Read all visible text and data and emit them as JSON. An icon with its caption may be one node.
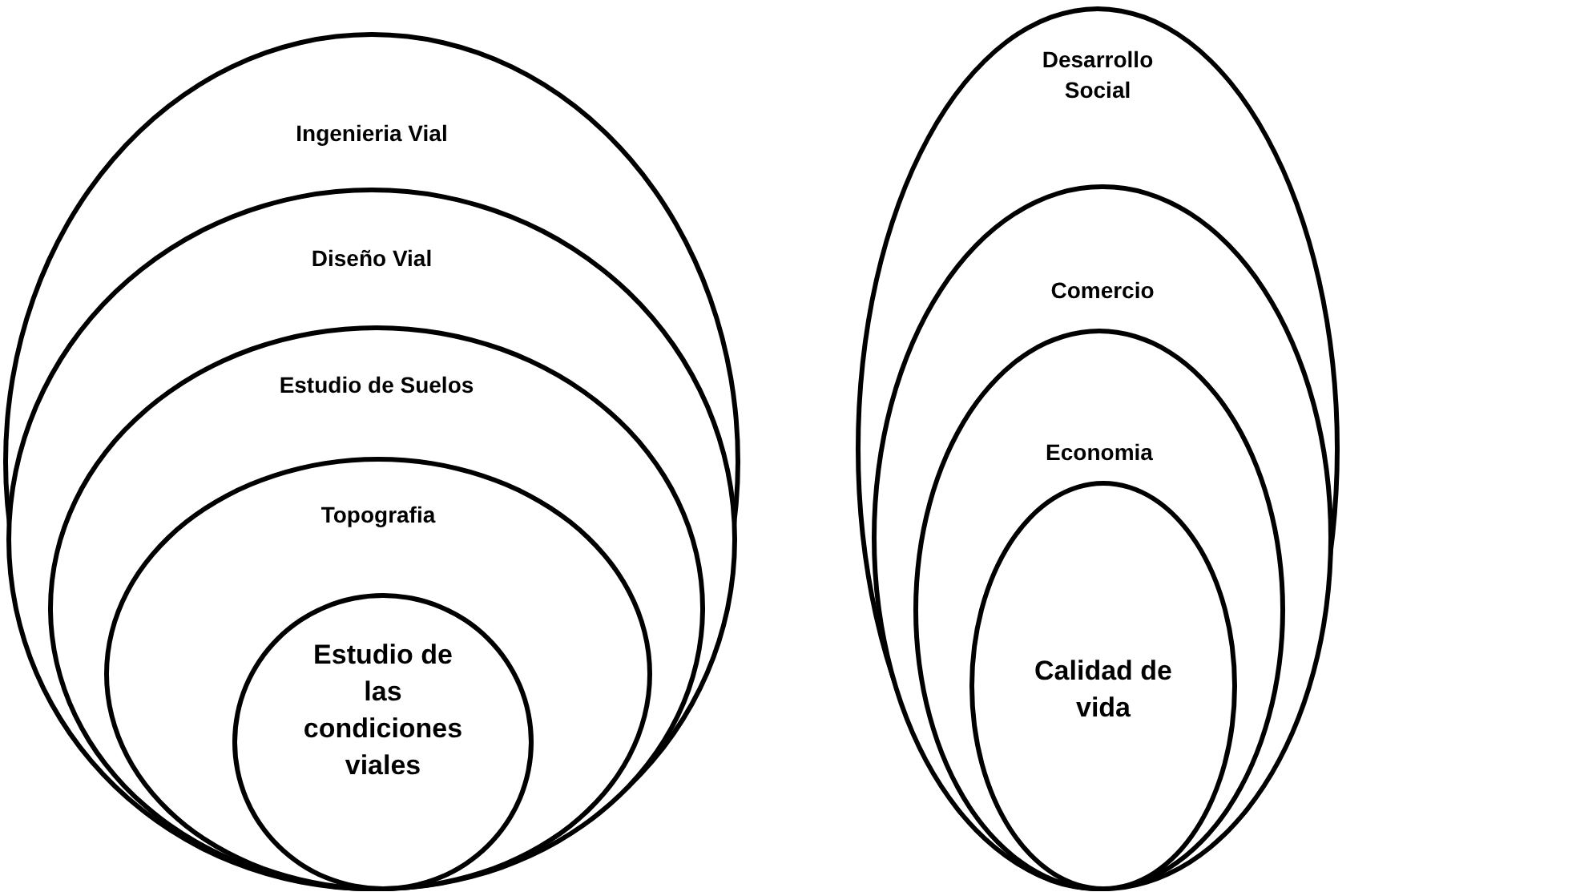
{
  "diagram": {
    "nodes": [
      {
        "text": [
          "Ingenieria Vial"
        ]
      },
      {
        "text": [
          "Diseño Vial"
        ],
        "in": 0
      },
      {
        "text": [
          "Estudio de Suelos"
        ],
        "in": 1
      },
      {
        "text": [
          "Topografia"
        ],
        "in": 2
      },
      {
        "text": [
          "Estudio de las condiciones viales"
        ],
        "in": 3
      },
      {
        "text": [
          "Desarrollo Social"
        ]
      },
      {
        "text": [
          "Comercio"
        ],
        "in": 5
      },
      {
        "text": [
          "Economia"
        ],
        "in": 6
      },
      {
        "text": [
          "Calidad de vida"
        ],
        "in": 7
      }
    ]
  }
}
